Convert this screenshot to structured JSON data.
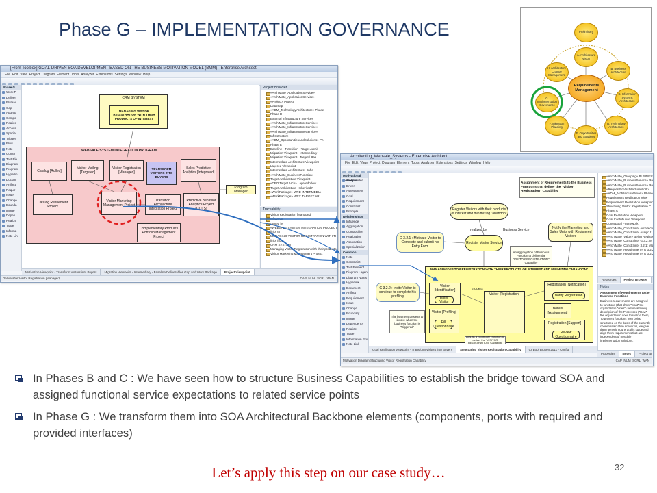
{
  "slide": {
    "title": "Phase G – IMPLEMENTATION GOVERNANCE",
    "bullets": [
      "In Phases B and C : We have seen how to structure Business  Capabilities to establish the bridge toward SOA  and assigned functional service expectations to related service points",
      "In Phase G : We transform  them into SOA Architectural Backbone elements (components, ports with required and provided interfaces)"
    ],
    "call_to_action": "Let’s apply this step on our case study…",
    "slide_number": "32"
  },
  "togaf_map": {
    "preliminary": "Preliminary",
    "center": "Requirements Management",
    "nodes": [
      "A. Architecture Vision",
      "B. Business Architecture",
      "C. Information Systems Architecture",
      "D. Technology Architecture",
      "E. Opportunities and Solutions",
      "F. Migration Planning",
      "G. Implementation Governance",
      "H. Architecture Change Management"
    ],
    "highlight_color": "#19a33b"
  },
  "window1": {
    "title": "[From Toolbox] GOAL-DRIVEN SOA DEVELOPMENT BASED ON THE BUSINESS MOTIVATION MODEL (BMM) - Enterprise Architect",
    "menu": [
      "File",
      "Edit",
      "View",
      "Project",
      "Diagram",
      "Element",
      "Tools",
      "Analyzer",
      "Extensions",
      "Settings",
      "Window",
      "Help"
    ],
    "toolbox_head": "Phase G",
    "toolbox_items": [
      "Work P",
      "Deliver",
      "Plateau",
      "Gap",
      "Aggreg",
      "Compo",
      "Realize",
      "Access",
      "Special",
      "Trigger",
      "Flow",
      "Note",
      "Constr",
      "Text Ele",
      "Diagram",
      "Diagram",
      "Hyperlin",
      "Docum",
      "Artifact",
      "Requir",
      "Issue",
      "Change",
      "Bounda",
      "Image",
      "Depen",
      "Realize",
      "Trace",
      "Informa",
      "Note Lin"
    ],
    "diagram": {
      "crm_system": "CRM SYSTEM",
      "managing_visitor": "MANAGING VISITOR REGISTRATION WITH THEIR PRODUCTS OF INTEREST",
      "program": "WEBSALE SYSTEM INTEGRATION PROGRAM",
      "catalog": "Catalog [Rolled]",
      "visitor_mailing": "Visitor Mailing [Targeted]",
      "visitor_registration": "Visitor Registration [Managed]",
      "transform": "TRANSFORM VISITORS INTO BUYERS",
      "sales_analytics": "Sales Predictive Analytics [Integrated]",
      "program_manager": "Program Manager",
      "catalog_refinement": "Catalog Refinement Project",
      "visitor_marketing": "Visitor Marketing Management Project",
      "transition_architecture": "Transition Architecture Integration Project",
      "predictive_behavior": "Predictive Behavior Analytics Project (COTS)",
      "complementary": "Complementary Products Portfolio Management Project"
    },
    "browser_head": "Project Browser",
    "browser_items": [
      "«ArchiMate_ApplicationService»",
      "«ArchiMate_ApplicationService»",
      "«Project» Project",
      "Datamap",
      "«ADM_TechnologyArchitecture» Phase",
      "Phase D",
      "External Infrastructure Services",
      "«ArchiMate_InfrastructureService»",
      "«ArchiMate_InfrastructureService»",
      "«ArchiMate_InfrastructureService»",
      "Infrastructure",
      "«ADM_OpportunitiesAndSolutions» Ph",
      "Phase E",
      "Baseline - Transition - Target Archit",
      "Migration Viewpoint - Intermediary",
      "Migration Viewpoint - Target / Bas",
      "Intermediate Architecture Viewpoint",
      "Layered Viewpoint",
      "Intermediate Architecture - Inhe",
      "«ArchiMate_BusinessFunction»",
      "Target Architecture Viewpoint",
      "«CEO Target Arch» Layered View",
      "Target Architecture - Inherited P",
      "«WorkPackage» WP1: INTERMEDIA",
      "«WorkPackage» WP2: TARGET AR"
    ],
    "traceability_head": "Traceability",
    "traceability_items": [
      "Visitor Registration [Managed]",
      "Influence",
      "owned by",
      "«WEBSALE SYSTEM INTEGRATION PROJECT»",
      "links to",
      "MANAGING VISITOR REGISTRATION WITH TH",
      "links from",
      "CRM SYSTEM",
      "Managing Visitor Registration with their products of",
      "Visitor Marketing Management Project"
    ],
    "tabs": [
      "Motivation Viewpoint - Transform visitors into Buyers",
      "Migration Viewpoint - Intermediary - Baseline Deliverables Gap and Work Package",
      "Project Viewpoint"
    ],
    "status": "Deliverable:Visitor Registration [Managed]",
    "status_right": [
      "CAP",
      "NUM",
      "SCRL",
      "WAN"
    ]
  },
  "window2": {
    "title": "Architecting_Websale_Systems - Enterprise Architect",
    "menu": [
      "File",
      "Edit",
      "View",
      "Project",
      "Diagram",
      "Element",
      "Tools",
      "Analyzer",
      "Extensions",
      "Settings",
      "Window",
      "Help"
    ],
    "toolbox_head1": "Motivational Concepts",
    "toolbox_items1": [
      "Stakeholder",
      "Driver",
      "Assessment",
      "Goal",
      "Requirement",
      "Constraint",
      "Principle"
    ],
    "toolbox_head2": "Relationships",
    "toolbox_items2": [
      "Influence",
      "Aggregation",
      "Composition",
      "Realization",
      "Association",
      "Specialization"
    ],
    "toolbox_head3": "Common",
    "toolbox_items3": [
      "Note",
      "Constraint",
      "Text Element",
      "Diagram Legend",
      "Diagram Notes",
      "Hyperlink",
      "Document",
      "Artifact",
      "Requirement",
      "Issue",
      "Change",
      "Boundary",
      "Image",
      "Dependency",
      "Realize",
      "Trace",
      "Information Flow",
      "Note Link"
    ],
    "diagram": {
      "assignment_note": "Assignment of Requirements to the Business Functions that deliver the \"Visitor Registration\" Capability",
      "register_visitors": "Register Visitors with their products of interest and minimizing \"abandon\"",
      "realized_by": "realized by",
      "business_service": "Business Service",
      "register_visitor_service": "Register Visitor Service",
      "g321": "G 3.2.1 : Motivate Visitor to Complete and submit his Entry Form",
      "aggregation_note": "An Aggregation of Business Function to deliver the \"VISITOR REGISTRATION\" Capability",
      "notify_marketing": "Notify the Marketing and Sales Units with Registered Visitors",
      "managing_visitor": "MANAGING VISITOR REGISTRATION WITH THEIR PRODUCTS OF INTEREST AND MINIMIZING \"ABANDON\"",
      "visitor_identification": "Visitor [Identification]",
      "enter_visitor": "Enter Visitor",
      "triggers": "triggers",
      "visitor_registration": "Visitor [Registration]",
      "registration_notification": "Registration [Notification]",
      "notify_registration": "Notify Registration",
      "bonus": "Bonus [Assignment]",
      "g322": "G 3.2.2 : Incite Visitor to continue to complete his profiling",
      "visitor_profiling": "Visitor [Profiling]",
      "fill_questionnaire": "Fill Questionnaire",
      "registration_support": "Registration [Support]",
      "review_questionnaire": "Review Questionnaire",
      "business_process_note": "The business process to invoke when the business function is \"triggered\"",
      "controller_note": "acts as a \"controller\" function to deliver the \"VISITOR REGISTRATION\" Capability"
    },
    "browser_items": [
      "«ArchiMate_Grouping» BUSINESS",
      "«ArchiMate_BusinessService» Reg",
      "«ArchiMate_BusinessService» Reg",
      "«RequestForArchitectureWork»",
      "«ADM_ArchitectureVision» Phase A",
      "Requirement Realization View",
      "Requirement Realization Viewpoint",
      "Structuring Visitor Registration C",
      "Phase A",
      "Goal Realization Viewpoint",
      "Goal Contribution Viewpoint",
      "Conceptual Framework",
      "«ArchiMate_Constraint» Architecture",
      "«ArchiMate_Constraint» Assign t",
      "«ArchiMate_Value» Being Register",
      "«ArchiMate_Constraint» G 3.2: M",
      "«ArchiMate_Constraint» 3.2.1: Mo",
      "«ArchiMate_Requirement» G 3.2.2",
      "«ArchiMate_Requirement» G 3.2.2"
    ],
    "browser_tabs": [
      "Resources",
      "Project Browser"
    ],
    "notes_head": "Notes",
    "notes_title": "Assignment of Requirements to the Business Functions",
    "notes_text": "Business requirements are assigned to functions (that show \"what\" the organization \"does\") before attaining description of the Processes (\"How\" the organization does to realize them). To prevent functions from being structured on the basis of the currently chosen realization scenarios, we give them generic nouns at this stage and align them requirements that are independent of possible implementation solutions.",
    "tabs": [
      "Goal Realization Viewpoint - Transform visitors into Buyers",
      "Structuring Visitor Registration Capability",
      "Cr Bool Broken 2011 - Config"
    ],
    "status": "Motivation Diagram:Structuring Visitor Registration Capability",
    "status_right": [
      "CAP",
      "NUM",
      "SCRL",
      "WAN"
    ],
    "bottom_tabs": [
      "Properties",
      "Notes",
      "Project Browser"
    ]
  },
  "colors": {
    "title": "#1f3864",
    "call_to_action": "#c00000",
    "dashed_circle": "#e02020",
    "arrow": "#2f6fbf",
    "togaf_highlight": "#19a33b"
  }
}
